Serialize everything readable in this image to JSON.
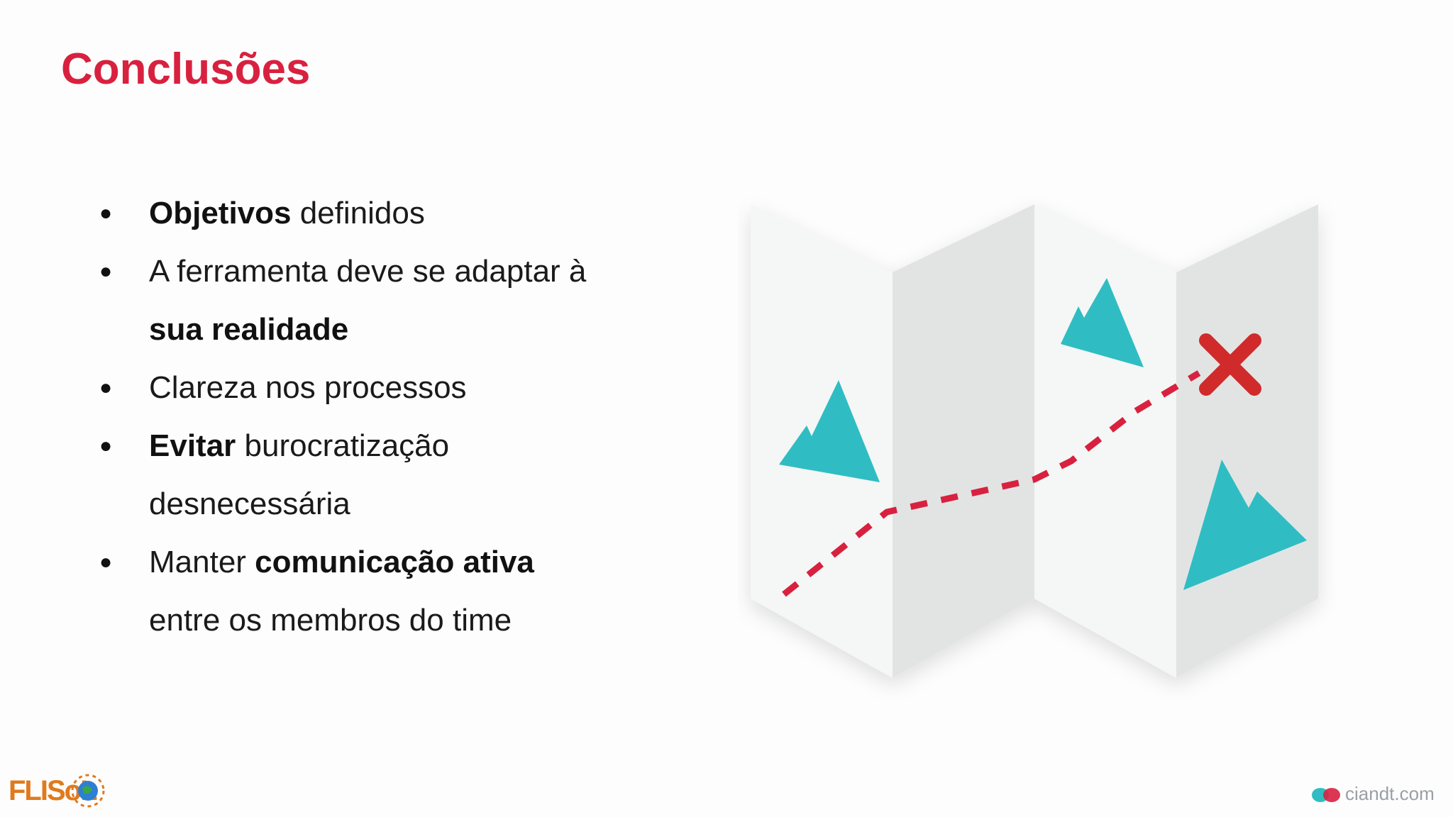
{
  "slide": {
    "title": "Conclusões",
    "bullets": [
      {
        "bold_first": "Objetivos",
        "rest": " definidos"
      },
      {
        "text": "A ferramenta deve se adaptar à",
        "bold_second": "sua realidade"
      },
      {
        "text": "Clareza nos processos"
      },
      {
        "bold_first": "Evitar",
        "rest": " burocratização",
        "second_line": "desnecessária"
      },
      {
        "lead": "Manter ",
        "bold_mid": "comunicação ativa",
        "second_line": "entre os membros do time"
      }
    ],
    "bullet_symbol": "●"
  },
  "illustration": {
    "name": "folded-map-illustration",
    "colors": {
      "mountain": "#2fbdc3",
      "path": "#d8213f",
      "x_mark": "#d8213f",
      "panel_light": "#f4f5f5",
      "panel_dark": "#e3e5e5"
    }
  },
  "footer": {
    "left_logo_text": "FLISoL",
    "right_logo_text": "ciandt.com"
  },
  "colors": {
    "title": "#d8213f"
  }
}
